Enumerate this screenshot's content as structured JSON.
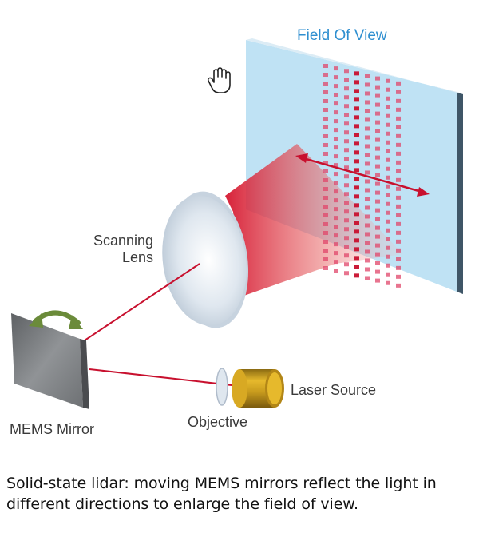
{
  "labels": {
    "field_of_view": "Field Of View",
    "scanning_lens": "Scanning\nLens",
    "laser_source": "Laser Source",
    "objective": "Objective",
    "mems_mirror": "MEMS Mirror"
  },
  "caption": "Solid-state lidar: moving MEMS mirrors reflect the light in different directions to enlarge the field of view.",
  "colors": {
    "fov_label": "#2f8fd0",
    "beam": "#c8102e",
    "fov_panel": "#bfe2f4",
    "dots": "#e0456a",
    "laser_body": "#c9971a",
    "mirror": "#7f8285",
    "rotation_arrow": "#6b8b3a"
  },
  "icons": {
    "cursor": "hand-cursor-icon"
  }
}
